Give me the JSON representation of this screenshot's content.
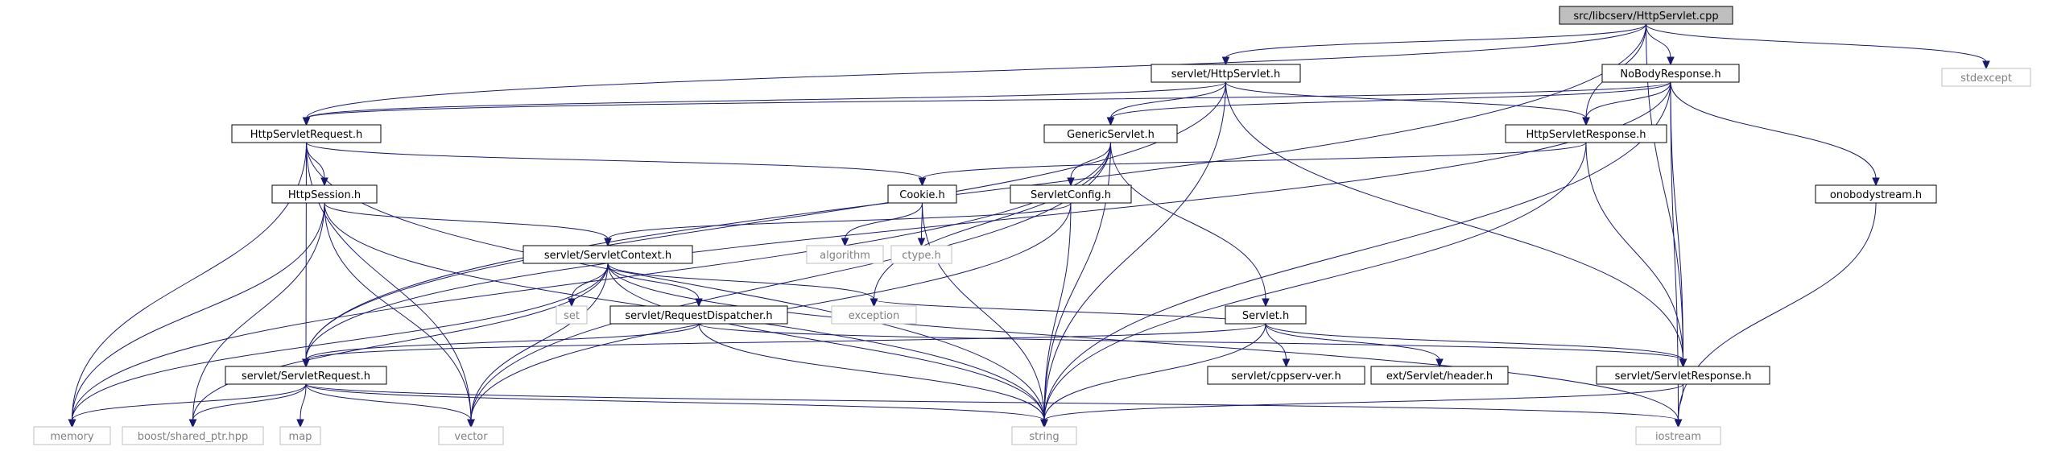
{
  "diagram": {
    "type": "include-dependency-graph",
    "root": "src/libcserv/HttpServlet.cpp",
    "colors": {
      "edge": "#191970",
      "root_fill": "#bfbfbf",
      "node_border": "#000000",
      "external_border": "#bfbfbf",
      "external_text": "#808080"
    },
    "nodes": [
      {
        "id": "root",
        "label": "src/libcserv/HttpServlet.cpp",
        "kind": "root"
      },
      {
        "id": "hs_h",
        "label": "servlet/HttpServlet.h",
        "kind": "internal"
      },
      {
        "id": "nobody",
        "label": "NoBodyResponse.h",
        "kind": "internal"
      },
      {
        "id": "stdexcept",
        "label": "stdexcept",
        "kind": "external"
      },
      {
        "id": "hsreq",
        "label": "HttpServletRequest.h",
        "kind": "internal"
      },
      {
        "id": "generic",
        "label": "GenericServlet.h",
        "kind": "internal"
      },
      {
        "id": "hsresp",
        "label": "HttpServletResponse.h",
        "kind": "internal"
      },
      {
        "id": "session",
        "label": "HttpSession.h",
        "kind": "internal"
      },
      {
        "id": "cookie",
        "label": "Cookie.h",
        "kind": "internal"
      },
      {
        "id": "sconfig",
        "label": "ServletConfig.h",
        "kind": "internal"
      },
      {
        "id": "onobody",
        "label": "onobodystream.h",
        "kind": "internal"
      },
      {
        "id": "algorithm",
        "label": "algorithm",
        "kind": "external"
      },
      {
        "id": "ctype",
        "label": "ctype.h",
        "kind": "external"
      },
      {
        "id": "scontext",
        "label": "servlet/ServletContext.h",
        "kind": "internal"
      },
      {
        "id": "set",
        "label": "set",
        "kind": "external"
      },
      {
        "id": "exception",
        "label": "exception",
        "kind": "external"
      },
      {
        "id": "dispatcher",
        "label": "servlet/RequestDispatcher.h",
        "kind": "internal"
      },
      {
        "id": "servlet",
        "label": "Servlet.h",
        "kind": "internal"
      },
      {
        "id": "sreq",
        "label": "servlet/ServletRequest.h",
        "kind": "internal"
      },
      {
        "id": "cppserv",
        "label": "servlet/cppserv-ver.h",
        "kind": "internal"
      },
      {
        "id": "exthdr",
        "label": "ext/Servlet/header.h",
        "kind": "internal"
      },
      {
        "id": "sresp",
        "label": "servlet/ServletResponse.h",
        "kind": "internal"
      },
      {
        "id": "memory",
        "label": "memory",
        "kind": "external"
      },
      {
        "id": "sharedptr",
        "label": "boost/shared_ptr.hpp",
        "kind": "external"
      },
      {
        "id": "map",
        "label": "map",
        "kind": "external"
      },
      {
        "id": "vector",
        "label": "vector",
        "kind": "external"
      },
      {
        "id": "string",
        "label": "string",
        "kind": "external"
      },
      {
        "id": "iostream",
        "label": "iostream",
        "kind": "external"
      }
    ],
    "edges": [
      [
        "root",
        "hs_h"
      ],
      [
        "root",
        "nobody"
      ],
      [
        "root",
        "stdexcept"
      ],
      [
        "root",
        "hsreq"
      ],
      [
        "root",
        "hsresp"
      ],
      [
        "root",
        "sreq"
      ],
      [
        "root",
        "sresp"
      ],
      [
        "hs_h",
        "hsreq"
      ],
      [
        "hs_h",
        "generic"
      ],
      [
        "hs_h",
        "hsresp"
      ],
      [
        "hs_h",
        "string"
      ],
      [
        "hs_h",
        "sreq"
      ],
      [
        "hs_h",
        "sresp"
      ],
      [
        "nobody",
        "hsresp"
      ],
      [
        "nobody",
        "generic"
      ],
      [
        "nobody",
        "sresp"
      ],
      [
        "nobody",
        "onobody"
      ],
      [
        "nobody",
        "string"
      ],
      [
        "nobody",
        "iostream"
      ],
      [
        "nobody",
        "sreq"
      ],
      [
        "nobody",
        "hsreq"
      ],
      [
        "hsreq",
        "session"
      ],
      [
        "hsreq",
        "cookie"
      ],
      [
        "hsreq",
        "sreq"
      ],
      [
        "hsreq",
        "memory"
      ],
      [
        "hsreq",
        "vector"
      ],
      [
        "hsreq",
        "string"
      ],
      [
        "generic",
        "sconfig"
      ],
      [
        "generic",
        "servlet"
      ],
      [
        "generic",
        "string"
      ],
      [
        "generic",
        "vector"
      ],
      [
        "generic",
        "exception"
      ],
      [
        "generic",
        "memory"
      ],
      [
        "hsresp",
        "cookie"
      ],
      [
        "hsresp",
        "sresp"
      ],
      [
        "hsresp",
        "string"
      ],
      [
        "session",
        "scontext"
      ],
      [
        "session",
        "sharedptr"
      ],
      [
        "session",
        "vector"
      ],
      [
        "session",
        "memory"
      ],
      [
        "session",
        "string"
      ],
      [
        "cookie",
        "algorithm"
      ],
      [
        "cookie",
        "ctype"
      ],
      [
        "cookie",
        "string"
      ],
      [
        "sconfig",
        "scontext"
      ],
      [
        "sconfig",
        "string"
      ],
      [
        "sconfig",
        "vector"
      ],
      [
        "onobody",
        "iostream"
      ],
      [
        "scontext",
        "set"
      ],
      [
        "scontext",
        "exception"
      ],
      [
        "scontext",
        "dispatcher"
      ],
      [
        "scontext",
        "memory"
      ],
      [
        "scontext",
        "sharedptr"
      ],
      [
        "scontext",
        "vector"
      ],
      [
        "scontext",
        "string"
      ],
      [
        "scontext",
        "iostream"
      ],
      [
        "dispatcher",
        "sreq"
      ],
      [
        "dispatcher",
        "sresp"
      ],
      [
        "dispatcher",
        "string"
      ],
      [
        "servlet",
        "sreq"
      ],
      [
        "servlet",
        "sresp"
      ],
      [
        "servlet",
        "cppserv"
      ],
      [
        "servlet",
        "exthdr"
      ],
      [
        "servlet",
        "string"
      ],
      [
        "servlet",
        "exception"
      ],
      [
        "sreq",
        "memory"
      ],
      [
        "sreq",
        "sharedptr"
      ],
      [
        "sreq",
        "map"
      ],
      [
        "sreq",
        "vector"
      ],
      [
        "sreq",
        "string"
      ],
      [
        "sreq",
        "iostream"
      ],
      [
        "sresp",
        "string"
      ],
      [
        "sresp",
        "iostream"
      ]
    ]
  }
}
